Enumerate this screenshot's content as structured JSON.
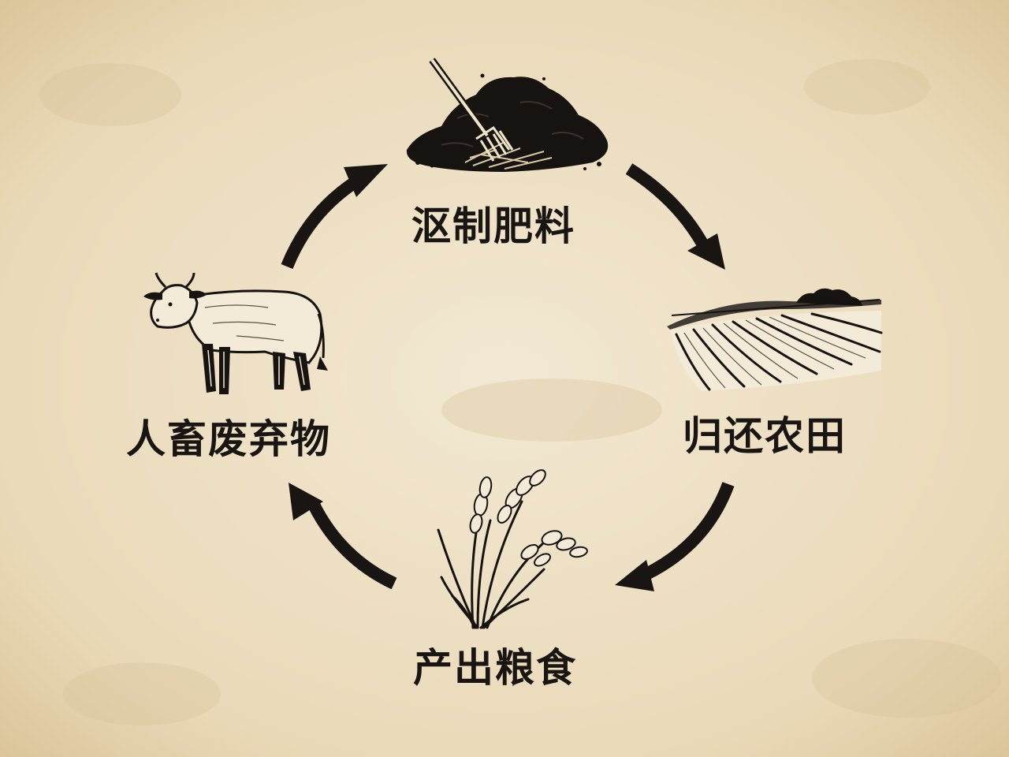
{
  "cycle": {
    "nodes": [
      {
        "id": "compost",
        "label": "沤制肥料",
        "icon": "compost-pile-with-pitchfork-icon"
      },
      {
        "id": "field",
        "label": "归还农田",
        "icon": "plowed-field-icon"
      },
      {
        "id": "grain",
        "label": "产出粮食",
        "icon": "rice-stalks-icon"
      },
      {
        "id": "waste",
        "label": "人畜废弃物",
        "icon": "cow-icon"
      }
    ],
    "direction": "clockwise",
    "colors": {
      "background": "#efe3c8",
      "ink": "#181512",
      "line_art_fill": "#f3ead7"
    }
  }
}
